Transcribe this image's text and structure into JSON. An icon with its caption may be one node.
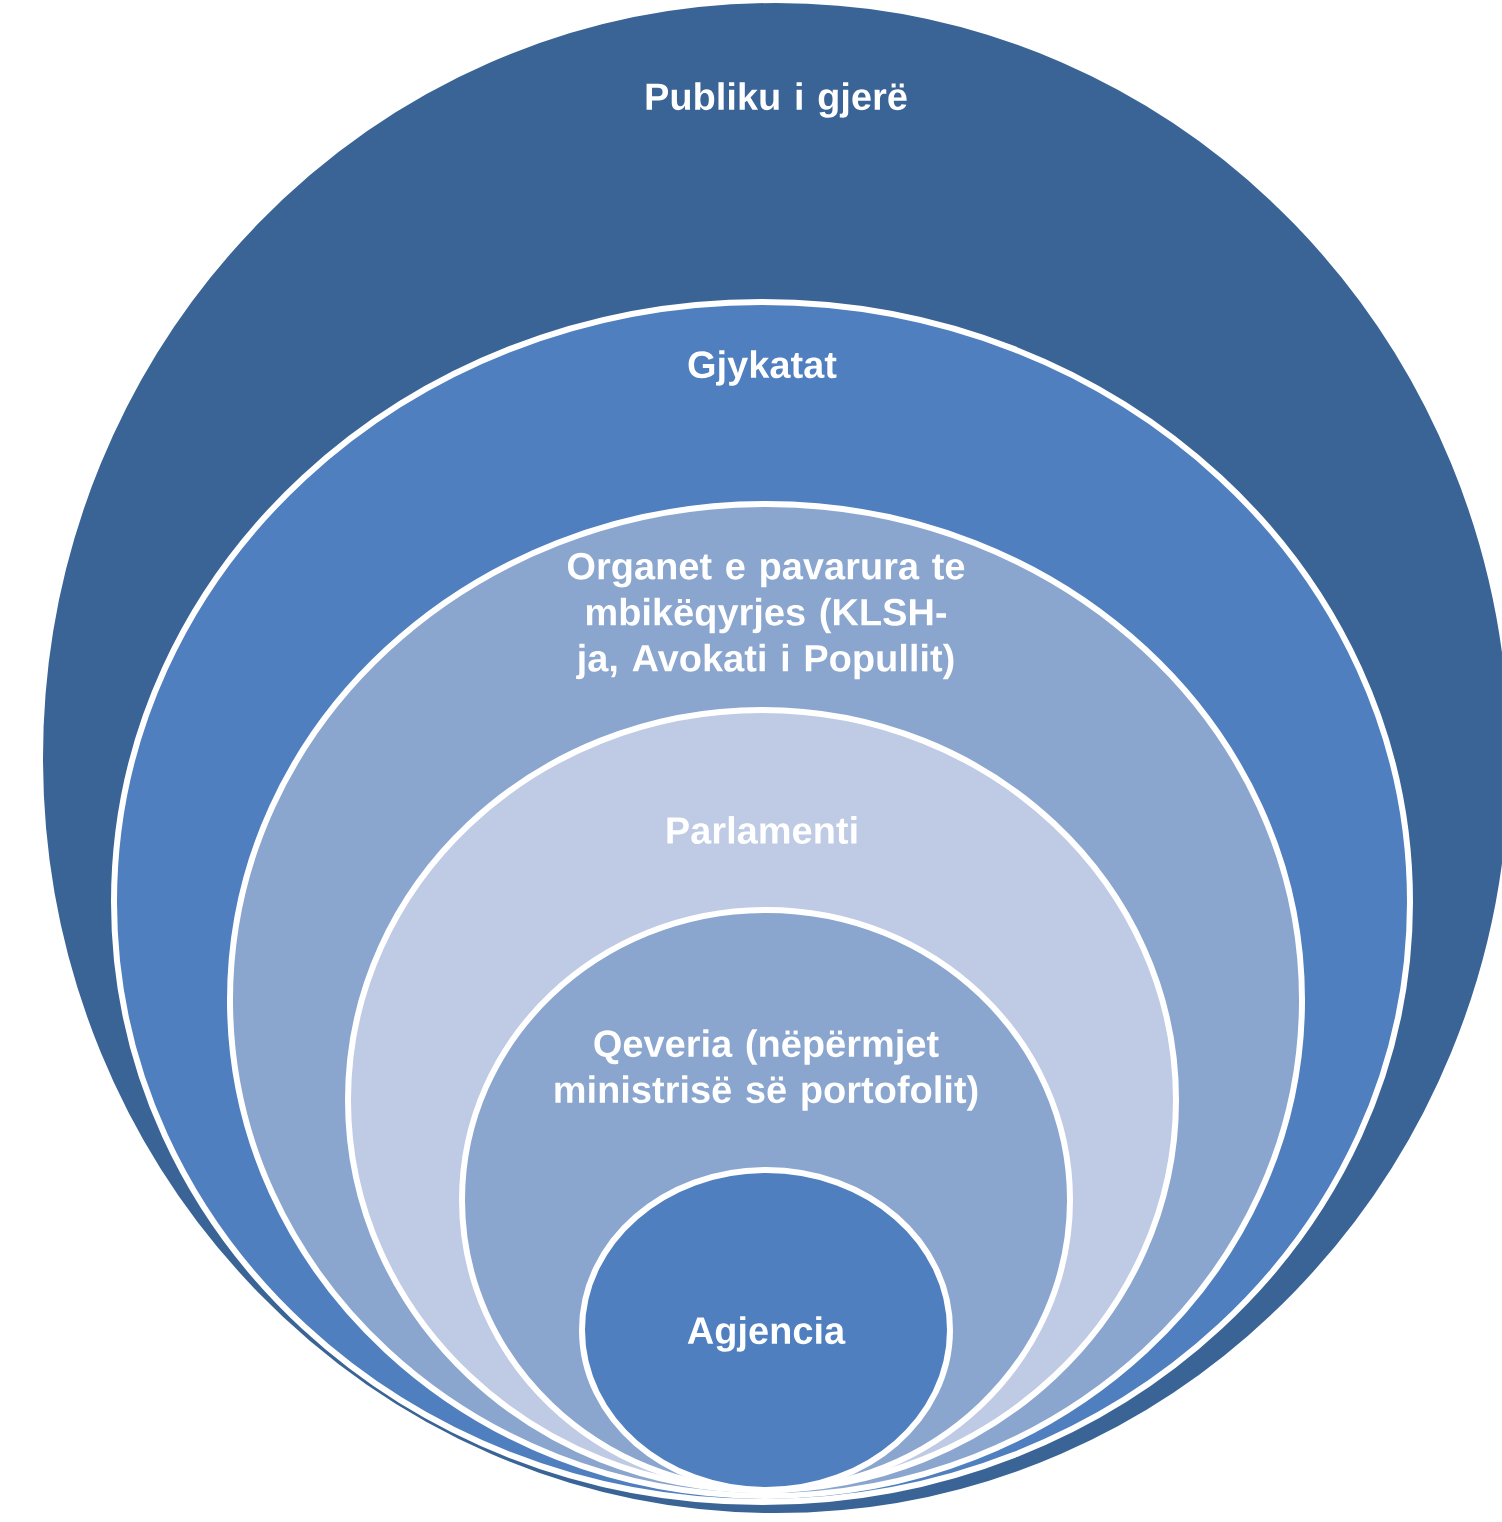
{
  "diagram": {
    "nodes": [
      {
        "text": [
          "Publiku i gjerë"
        ]
      },
      {
        "text": [
          "Gjykatat"
        ],
        "in": 0
      },
      {
        "text": [
          "Organet e pavarura te mbikëqyrjes (KLSH-ja, Avokati i Popullit)"
        ],
        "in": 1
      },
      {
        "text": [
          "Parlamenti"
        ],
        "in": 2
      },
      {
        "text": [
          "Qeveria (nëpërmjet ministrisë së portofolit)"
        ],
        "in": 3
      },
      {
        "text": [
          "Agjencia"
        ],
        "in": 4
      }
    ]
  }
}
